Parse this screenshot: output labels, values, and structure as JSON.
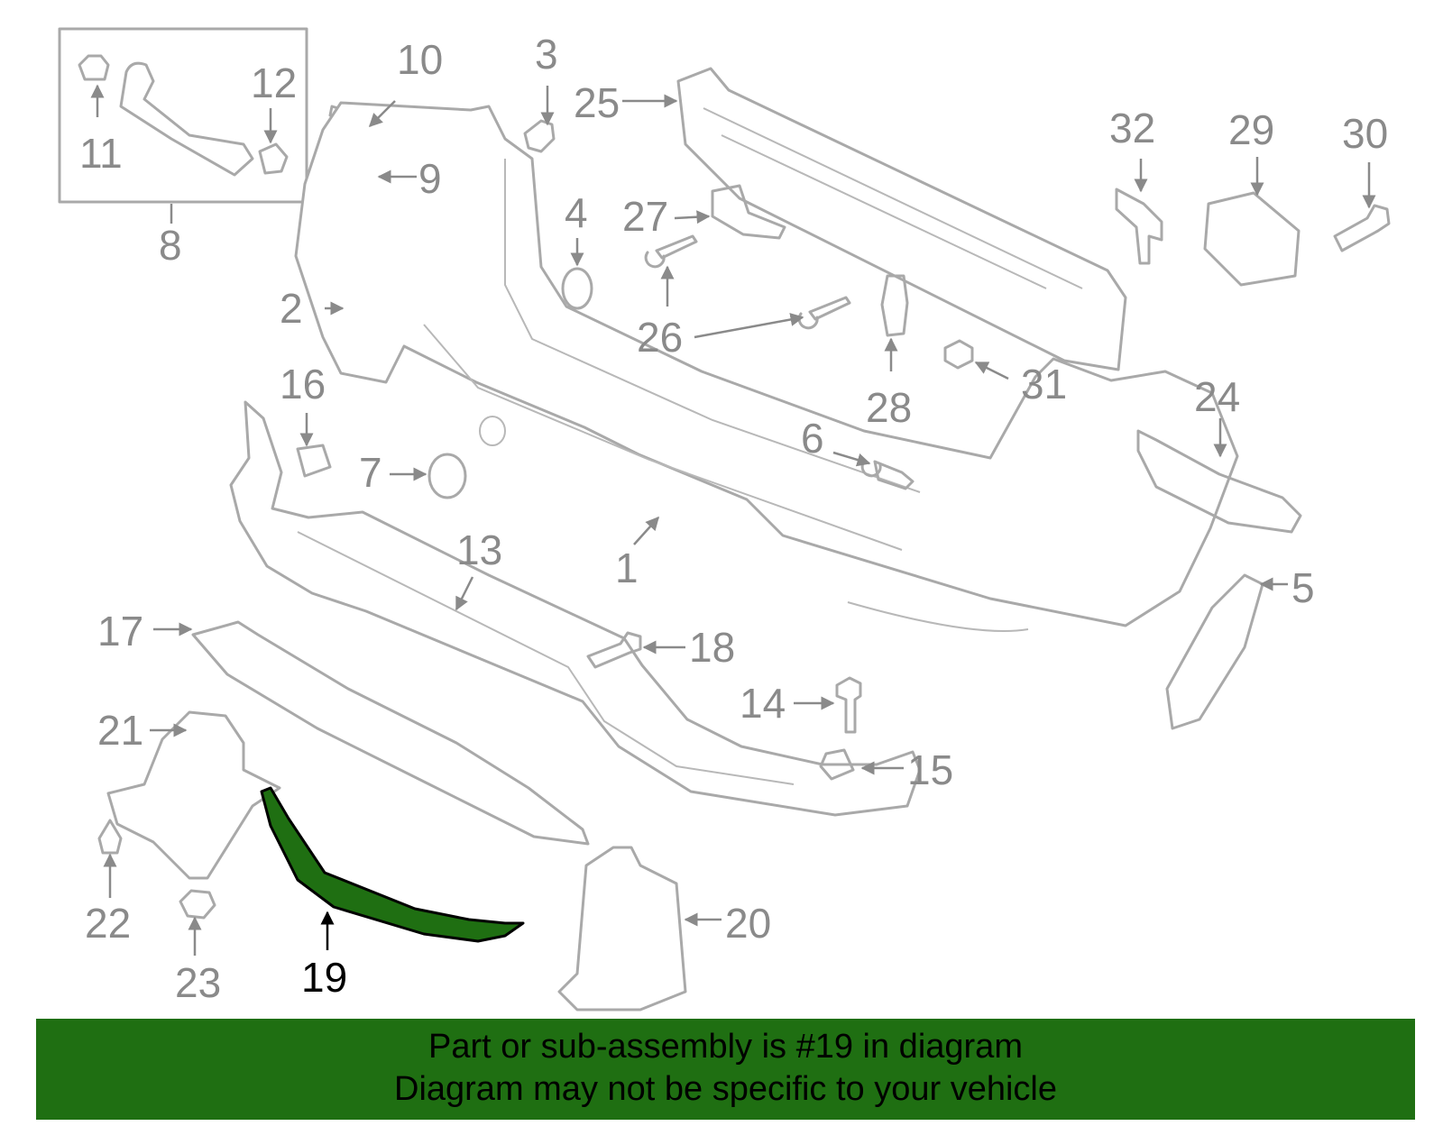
{
  "diagram": {
    "highlight_color": "#1f6f12",
    "callouts": [
      {
        "id": "c1",
        "label": "1"
      },
      {
        "id": "c2",
        "label": "2"
      },
      {
        "id": "c3",
        "label": "3"
      },
      {
        "id": "c4",
        "label": "4"
      },
      {
        "id": "c5",
        "label": "5"
      },
      {
        "id": "c6",
        "label": "6"
      },
      {
        "id": "c7",
        "label": "7"
      },
      {
        "id": "c8",
        "label": "8"
      },
      {
        "id": "c9",
        "label": "9"
      },
      {
        "id": "c10",
        "label": "10"
      },
      {
        "id": "c11",
        "label": "11"
      },
      {
        "id": "c12",
        "label": "12"
      },
      {
        "id": "c13",
        "label": "13"
      },
      {
        "id": "c14",
        "label": "14"
      },
      {
        "id": "c15",
        "label": "15"
      },
      {
        "id": "c16",
        "label": "16"
      },
      {
        "id": "c17",
        "label": "17"
      },
      {
        "id": "c18",
        "label": "18"
      },
      {
        "id": "c19",
        "label": "19"
      },
      {
        "id": "c20",
        "label": "20"
      },
      {
        "id": "c21",
        "label": "21"
      },
      {
        "id": "c22",
        "label": "22"
      },
      {
        "id": "c23",
        "label": "23"
      },
      {
        "id": "c24",
        "label": "24"
      },
      {
        "id": "c25",
        "label": "25"
      },
      {
        "id": "c26",
        "label": "26"
      },
      {
        "id": "c27",
        "label": "27"
      },
      {
        "id": "c28",
        "label": "28"
      },
      {
        "id": "c29",
        "label": "29"
      },
      {
        "id": "c30",
        "label": "30"
      },
      {
        "id": "c31",
        "label": "31"
      },
      {
        "id": "c32",
        "label": "32"
      }
    ]
  },
  "banner": {
    "line1": "Part or sub-assembly is #19 in diagram",
    "line2": "Diagram may not be specific to your vehicle"
  }
}
